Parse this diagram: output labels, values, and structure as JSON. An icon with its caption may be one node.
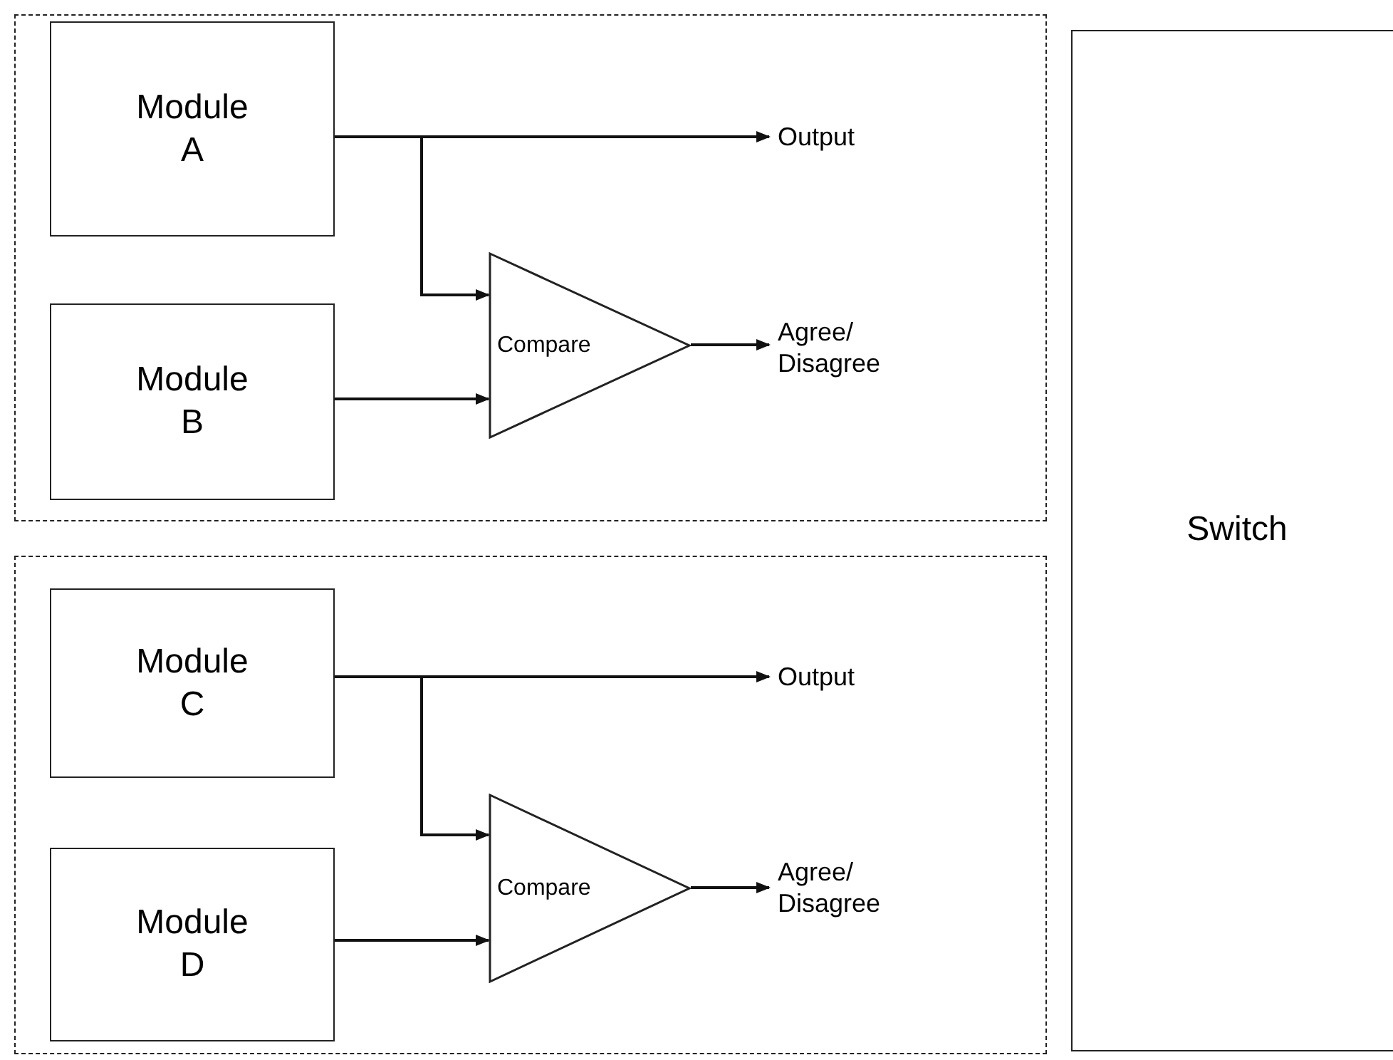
{
  "diagram": {
    "nodes": [
      {
        "text": [],
        "shape": "box"
      },
      {
        "text": [
          "Module A"
        ],
        "in": 0
      },
      {
        "text": [
          "Module B"
        ],
        "in": 0
      },
      {
        "text": [
          "Compare"
        ],
        "in": 0
      },
      {
        "text": [
          "Output"
        ],
        "in": 0
      },
      {
        "text": [
          "Agree/ Disagree"
        ],
        "in": 0
      },
      {
        "text": [],
        "shape": "box"
      },
      {
        "text": [
          "Module C"
        ],
        "in": 6
      },
      {
        "text": [
          "Module D"
        ],
        "in": 6
      },
      {
        "text": [
          "Compare"
        ],
        "in": 6
      },
      {
        "text": [
          "Output"
        ],
        "in": 6
      },
      {
        "text": [
          "Agree/ Disagree"
        ],
        "in": 6
      },
      {
        "text": [
          "Switch"
        ]
      }
    ],
    "edges": [
      {
        "from": 1,
        "to": 4,
        "arrow": "to"
      },
      {
        "from": 1,
        "to": 3,
        "arrow": "to"
      },
      {
        "from": 2,
        "to": 3,
        "arrow": "to"
      },
      {
        "from": 3,
        "to": 5,
        "arrow": "to"
      },
      {
        "from": 7,
        "to": 10,
        "arrow": "to"
      },
      {
        "from": 7,
        "to": 9,
        "arrow": "to"
      },
      {
        "from": 8,
        "to": 9,
        "arrow": "to"
      },
      {
        "from": 9,
        "to": 11,
        "arrow": "to"
      }
    ]
  }
}
